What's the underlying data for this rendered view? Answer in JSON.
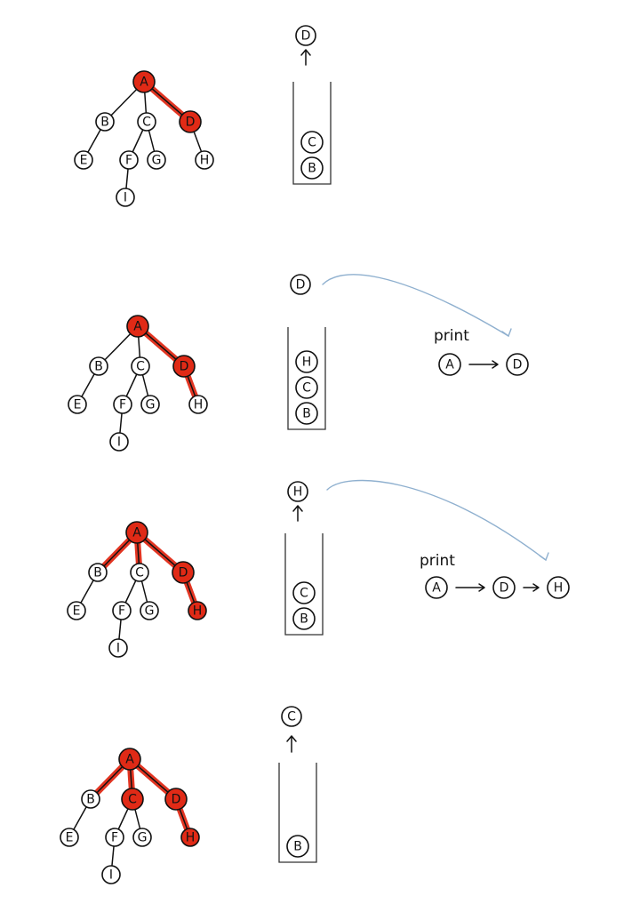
{
  "colors": {
    "highlight": "#e02a16",
    "ink": "#111111",
    "curve": "#8fb0cf"
  },
  "tree": {
    "nodes": [
      "A",
      "B",
      "C",
      "D",
      "E",
      "F",
      "G",
      "H",
      "I"
    ],
    "edges": [
      [
        "A",
        "B"
      ],
      [
        "A",
        "C"
      ],
      [
        "A",
        "D"
      ],
      [
        "B",
        "E"
      ],
      [
        "C",
        "F"
      ],
      [
        "C",
        "G"
      ],
      [
        "D",
        "H"
      ],
      [
        "F",
        "I"
      ]
    ]
  },
  "panels": [
    {
      "visited": [
        "A",
        "D"
      ],
      "highlight_edges": [
        [
          "A",
          "D"
        ]
      ],
      "popped": "D",
      "popped_arrow": true,
      "stack": [
        "B",
        "C"
      ],
      "print_label": "",
      "print_sequence": []
    },
    {
      "visited": [
        "A",
        "D"
      ],
      "highlight_edges": [
        [
          "A",
          "D"
        ],
        [
          "D",
          "H"
        ]
      ],
      "popped": "D",
      "popped_arrow": false,
      "stack": [
        "B",
        "C",
        "H"
      ],
      "print_label": "print",
      "print_sequence": [
        "A",
        "D"
      ]
    },
    {
      "visited": [
        "A",
        "D",
        "H"
      ],
      "highlight_edges": [
        [
          "A",
          "D"
        ],
        [
          "D",
          "H"
        ],
        [
          "A",
          "C"
        ],
        [
          "A",
          "B"
        ]
      ],
      "popped": "H",
      "popped_arrow": true,
      "stack": [
        "B",
        "C"
      ],
      "print_label": "print",
      "print_sequence": [
        "A",
        "D",
        "H"
      ]
    },
    {
      "visited": [
        "A",
        "C",
        "D",
        "H"
      ],
      "highlight_edges": [
        [
          "A",
          "D"
        ],
        [
          "D",
          "H"
        ],
        [
          "A",
          "C"
        ],
        [
          "A",
          "B"
        ]
      ],
      "popped": "C",
      "popped_arrow": true,
      "stack": [
        "B"
      ],
      "print_label": "",
      "print_sequence": []
    }
  ]
}
